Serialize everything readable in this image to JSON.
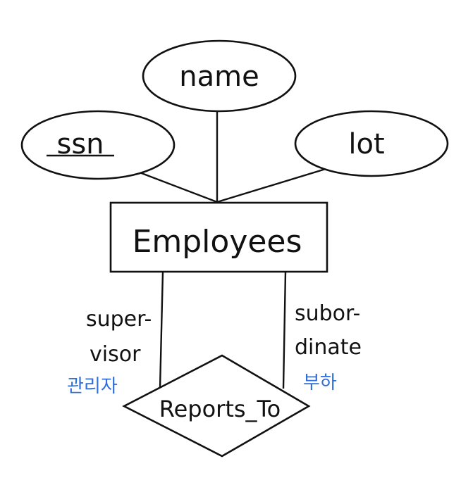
{
  "entity": {
    "label": "Employees"
  },
  "attributes": [
    {
      "id": "ssn",
      "label": "ssn",
      "key": true
    },
    {
      "id": "name",
      "label": "name",
      "key": false
    },
    {
      "id": "lot",
      "label": "lot",
      "key": false
    }
  ],
  "relationship": {
    "label": "Reports_To"
  },
  "roles": {
    "supervisor": {
      "line1": "super-",
      "line2": "visor",
      "korean": "관리자"
    },
    "subordinate": {
      "line1": "subor-",
      "line2": "dinate",
      "korean": "부하"
    }
  },
  "colors": {
    "ink": "#111111",
    "annotation": "#2f6fdc"
  }
}
